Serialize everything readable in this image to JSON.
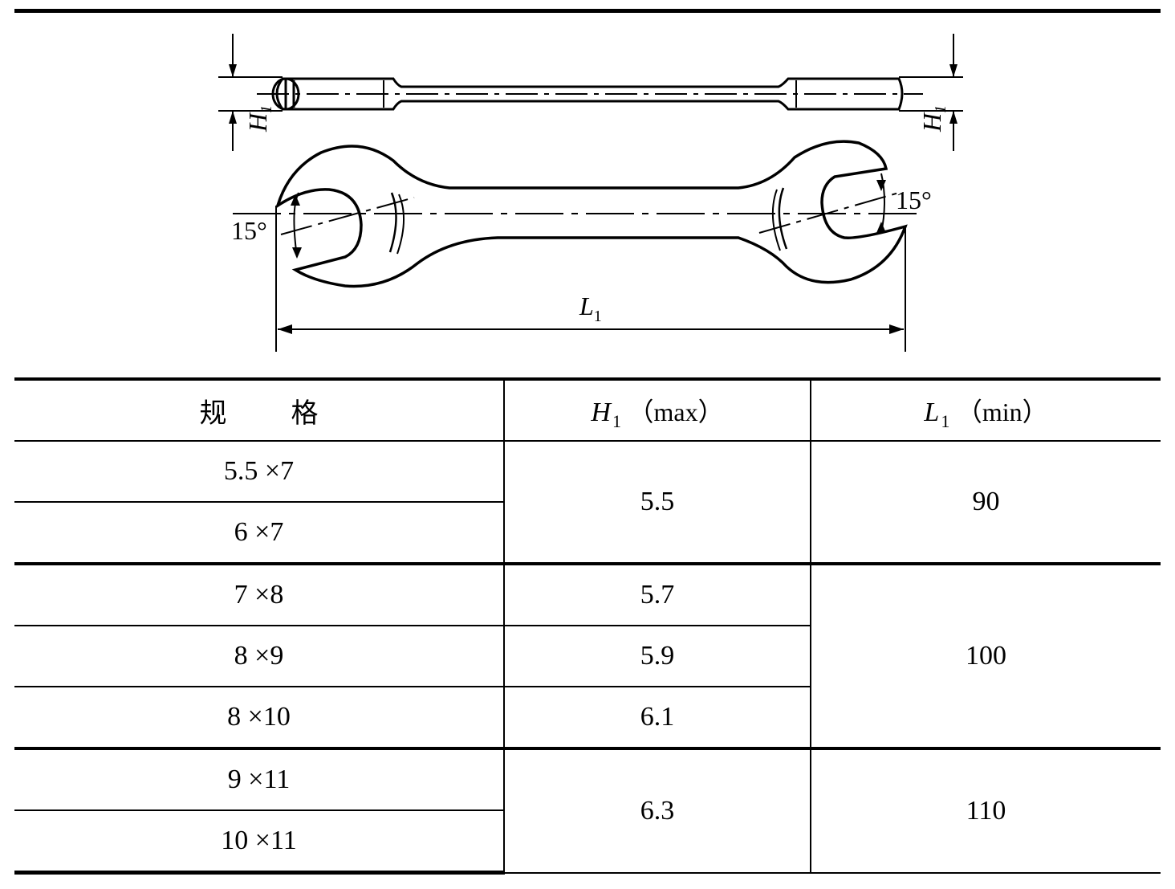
{
  "figure": {
    "labels": {
      "h1_left": "H",
      "h1_left_sub": "1",
      "h1_right": "H",
      "h1_right_sub": "1",
      "angle_left": "15°",
      "angle_right": "15°",
      "l1": "L",
      "l1_sub": "1"
    }
  },
  "table": {
    "headers": {
      "spec": "规格",
      "h1_var": "H",
      "h1_sub": "1",
      "h1_suffix": "（max）",
      "l1_var": "L",
      "l1_sub": "1",
      "l1_suffix": "（min）"
    },
    "rows": [
      {
        "spec": "5.5 ×7"
      },
      {
        "spec": "6 ×7"
      },
      {
        "spec": "7 ×8"
      },
      {
        "spec": "8 ×9"
      },
      {
        "spec": "8 ×10"
      },
      {
        "spec": "9 ×11"
      },
      {
        "spec": "10 ×11"
      }
    ],
    "h1_values": [
      "5.5",
      "5.7",
      "5.9",
      "6.1",
      "6.3"
    ],
    "l1_values": [
      "90",
      "100",
      "110"
    ]
  }
}
